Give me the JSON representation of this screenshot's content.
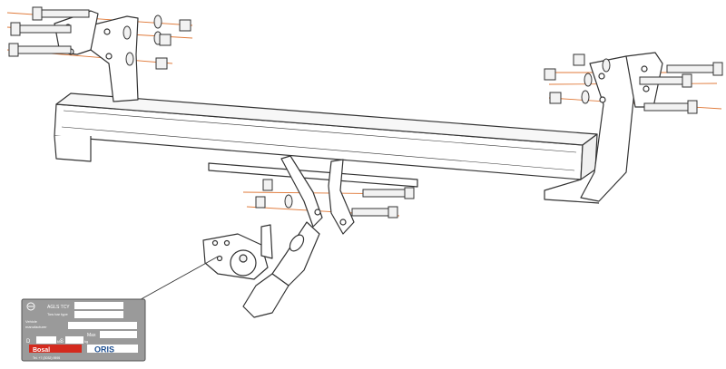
{
  "diagram": {
    "type": "tow-bar-exploded-assembly",
    "colors": {
      "outline": "#333333",
      "bolt_fill": "#f2f2f2",
      "axis_lines": "#e07a3a",
      "plate_bg": "#9a9a9a",
      "plate_field": "#ffffff",
      "brand_red": "#d42a1e",
      "brand_blue": "#1d4f91"
    }
  },
  "plate": {
    "header_line_1": "AGLS TCY",
    "header_line_2": "Tow bar type",
    "row_label_1": "Vehicle",
    "row_label_2": "manufacturer",
    "max_label": "Max",
    "d_label": "D",
    "kn_label": "kN",
    "s_label": "S",
    "kg_label": "kg",
    "footer_small": "Tel. +7 (3032) 9595",
    "brand_left": "Bosal",
    "brand_right": "ORIS"
  }
}
